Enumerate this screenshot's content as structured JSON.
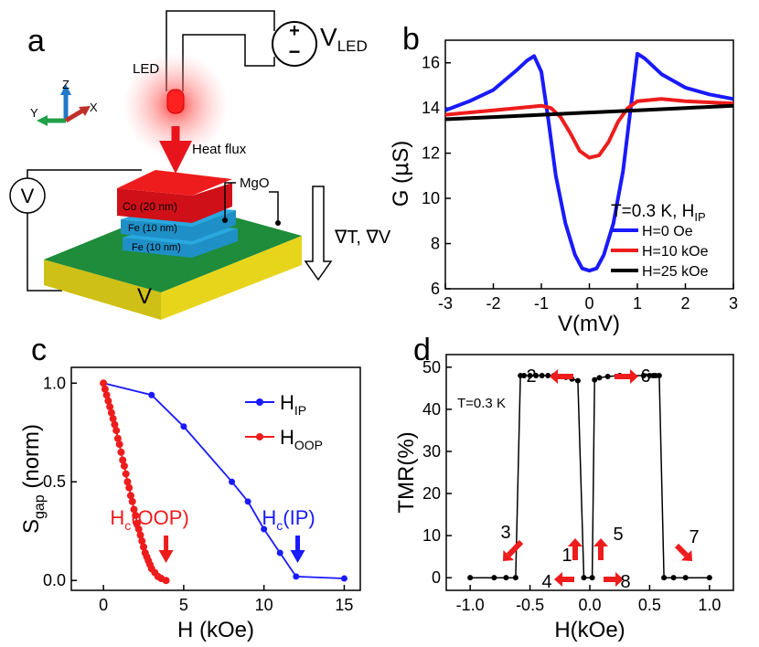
{
  "panel_labels": {
    "a": "a",
    "b": "b",
    "c": "c",
    "d": "d"
  },
  "colors": {
    "blue": "#1a1aff",
    "red": "#ee1c1c",
    "black": "#000000",
    "co_layer": "#e8141c",
    "fe_layer": "#29a8e0",
    "v_top": "#1e8c3a",
    "v_body": "#e7d51c"
  },
  "panel_a": {
    "vled_main": "V",
    "vled_sub": "LED",
    "battery_plus": "+",
    "battery_minus": "−",
    "led_label": "LED",
    "heat_flux": "Heat flux",
    "axis_z": "Z",
    "axis_y": "Y",
    "axis_x": "X",
    "voltmeter": "V",
    "mgo_label": "MgO",
    "co_label": "Co (20 nm)",
    "fe1_label": "Fe (10 nm)",
    "fe2_label": "Fe (10 nm)",
    "substrate_label": "V",
    "gradient_label": "∇T, ∇V"
  },
  "panel_b": {
    "cond_note_main": "T=0.3 K, H",
    "cond_note_sub": "IP"
  },
  "panel_d": {
    "temp_note": "T=0.3 K",
    "arrow_numbers": [
      "1",
      "2",
      "3",
      "4",
      "5",
      "6",
      "7",
      "8"
    ]
  },
  "chart_data": [
    {
      "id": "b",
      "type": "line",
      "xlabel": "V(mV)",
      "ylabel_main": "G (",
      "ylabel_mu": "μ",
      "ylabel_tail": "S)",
      "xlim": [
        -3,
        3
      ],
      "ylim": [
        6,
        17
      ],
      "xticks": [
        -3,
        -2,
        -1,
        0,
        1,
        2,
        3
      ],
      "xtick_labels": [
        "-3",
        "-2",
        "-1",
        "0",
        "1",
        "2",
        "3"
      ],
      "yticks": [
        6,
        8,
        10,
        12,
        14,
        16
      ],
      "ytick_labels": [
        "6",
        "8",
        "10",
        "12",
        "14",
        "16"
      ],
      "series": [
        {
          "name": "H=0 Oe",
          "color": "#1a1aff",
          "x": [
            -3,
            -2.5,
            -2,
            -1.5,
            -1.3,
            -1.15,
            -1.0,
            -0.85,
            -0.7,
            -0.5,
            -0.3,
            -0.15,
            0,
            0.15,
            0.3,
            0.5,
            0.7,
            0.85,
            1.0,
            1.15,
            1.3,
            1.5,
            2,
            2.5,
            3
          ],
          "y": [
            13.9,
            14.3,
            14.8,
            15.7,
            16.1,
            16.3,
            15.6,
            13.4,
            11.0,
            8.9,
            7.5,
            6.9,
            6.8,
            6.9,
            7.5,
            8.9,
            11.2,
            13.8,
            16.4,
            16.2,
            15.9,
            15.5,
            14.9,
            14.6,
            14.4
          ]
        },
        {
          "name": "H=10 kOe",
          "color": "#ee1c1c",
          "x": [
            -3,
            -2,
            -1.5,
            -1,
            -0.8,
            -0.6,
            -0.4,
            -0.2,
            0,
            0.2,
            0.4,
            0.6,
            0.8,
            1,
            1.5,
            2,
            3
          ],
          "y": [
            13.7,
            13.9,
            14.0,
            14.1,
            14.0,
            13.6,
            12.9,
            12.1,
            11.8,
            11.9,
            12.5,
            13.4,
            14.0,
            14.3,
            14.4,
            14.3,
            14.2
          ]
        },
        {
          "name": "H=25 kOe",
          "color": "#000000",
          "x": [
            -3,
            -2,
            -1,
            0,
            1,
            2,
            3
          ],
          "y": [
            13.5,
            13.6,
            13.7,
            13.8,
            13.9,
            14.0,
            14.1
          ]
        }
      ]
    },
    {
      "id": "c",
      "type": "line",
      "xlabel": "H (kOe)",
      "ylabel_main": "S",
      "ylabel_sub": "gap",
      "ylabel_tail": " (norm)",
      "xlim": [
        -2,
        16
      ],
      "ylim": [
        -0.05,
        1.08
      ],
      "xticks": [
        0,
        5,
        10,
        15
      ],
      "xtick_labels": [
        "0",
        "5",
        "10",
        "15"
      ],
      "yticks": [
        0.0,
        0.5,
        1.0
      ],
      "ytick_labels": [
        "0.0",
        "0.5",
        "1.0"
      ],
      "series": [
        {
          "name_main": "H",
          "name_sub": "IP",
          "color": "#1a1aff",
          "x": [
            0,
            3,
            5,
            8,
            9,
            10,
            11,
            12,
            15
          ],
          "y": [
            1.0,
            0.94,
            0.78,
            0.5,
            0.4,
            0.26,
            0.14,
            0.02,
            0.01
          ]
        },
        {
          "name_main": "H",
          "name_sub": "OOP",
          "color": "#ee1c1c",
          "x": [
            0,
            0.1,
            0.2,
            0.3,
            0.4,
            0.5,
            0.6,
            0.7,
            0.8,
            0.9,
            1.0,
            1.1,
            1.2,
            1.3,
            1.4,
            1.5,
            1.6,
            1.7,
            1.8,
            1.9,
            2.0,
            2.1,
            2.2,
            2.3,
            2.4,
            2.5,
            2.6,
            2.7,
            2.8,
            2.9,
            3.0,
            3.2,
            3.4,
            3.6,
            3.9
          ],
          "y": [
            1.0,
            0.97,
            0.94,
            0.91,
            0.88,
            0.85,
            0.82,
            0.79,
            0.76,
            0.72,
            0.69,
            0.65,
            0.61,
            0.58,
            0.54,
            0.5,
            0.47,
            0.43,
            0.4,
            0.36,
            0.33,
            0.29,
            0.26,
            0.23,
            0.2,
            0.17,
            0.14,
            0.12,
            0.1,
            0.08,
            0.06,
            0.04,
            0.02,
            0.01,
            0.0
          ]
        }
      ],
      "annotations": [
        {
          "main": "H",
          "sub": "c",
          "tail": "(OOP)",
          "color": "#ee1c1c",
          "x": 3.9
        },
        {
          "main": "H",
          "sub": "c",
          "tail": "(IP)",
          "color": "#1a1aff",
          "x": 12.1
        }
      ]
    },
    {
      "id": "d",
      "type": "line",
      "xlabel": "H(kOe)",
      "ylabel": "TMR(%)",
      "xlim": [
        -1.2,
        1.2
      ],
      "ylim": [
        -3,
        53
      ],
      "xticks": [
        -1.0,
        -0.5,
        0.0,
        0.5,
        1.0
      ],
      "xtick_labels": [
        "-1.0",
        "-0.5",
        "0.0",
        "0.5",
        "1.0"
      ],
      "yticks": [
        0,
        10,
        20,
        30,
        40,
        50
      ],
      "ytick_labels": [
        "0",
        "10",
        "20",
        "30",
        "40",
        "50"
      ],
      "series": [
        {
          "name": "sweep",
          "color": "#000000",
          "x": [
            -1.0,
            -0.8,
            -0.7,
            -0.62,
            -0.58,
            -0.55,
            -0.5,
            -0.45,
            -0.4,
            -0.35,
            -0.3,
            -0.25,
            -0.2,
            -0.15,
            -0.1,
            -0.05,
            0.02,
            0.04,
            0.08,
            0.15,
            0.25,
            0.35,
            0.45,
            0.5,
            0.53,
            0.55,
            0.58,
            0.62,
            0.7,
            0.8,
            1.0
          ],
          "y": [
            0,
            0,
            0,
            0,
            48,
            48,
            48,
            48,
            48,
            48,
            48,
            47.8,
            47.6,
            47.2,
            46.8,
            0,
            0,
            47.0,
            47.5,
            47.8,
            48,
            48,
            48,
            48,
            48,
            48,
            48,
            0,
            0,
            0,
            0
          ]
        }
      ]
    }
  ]
}
